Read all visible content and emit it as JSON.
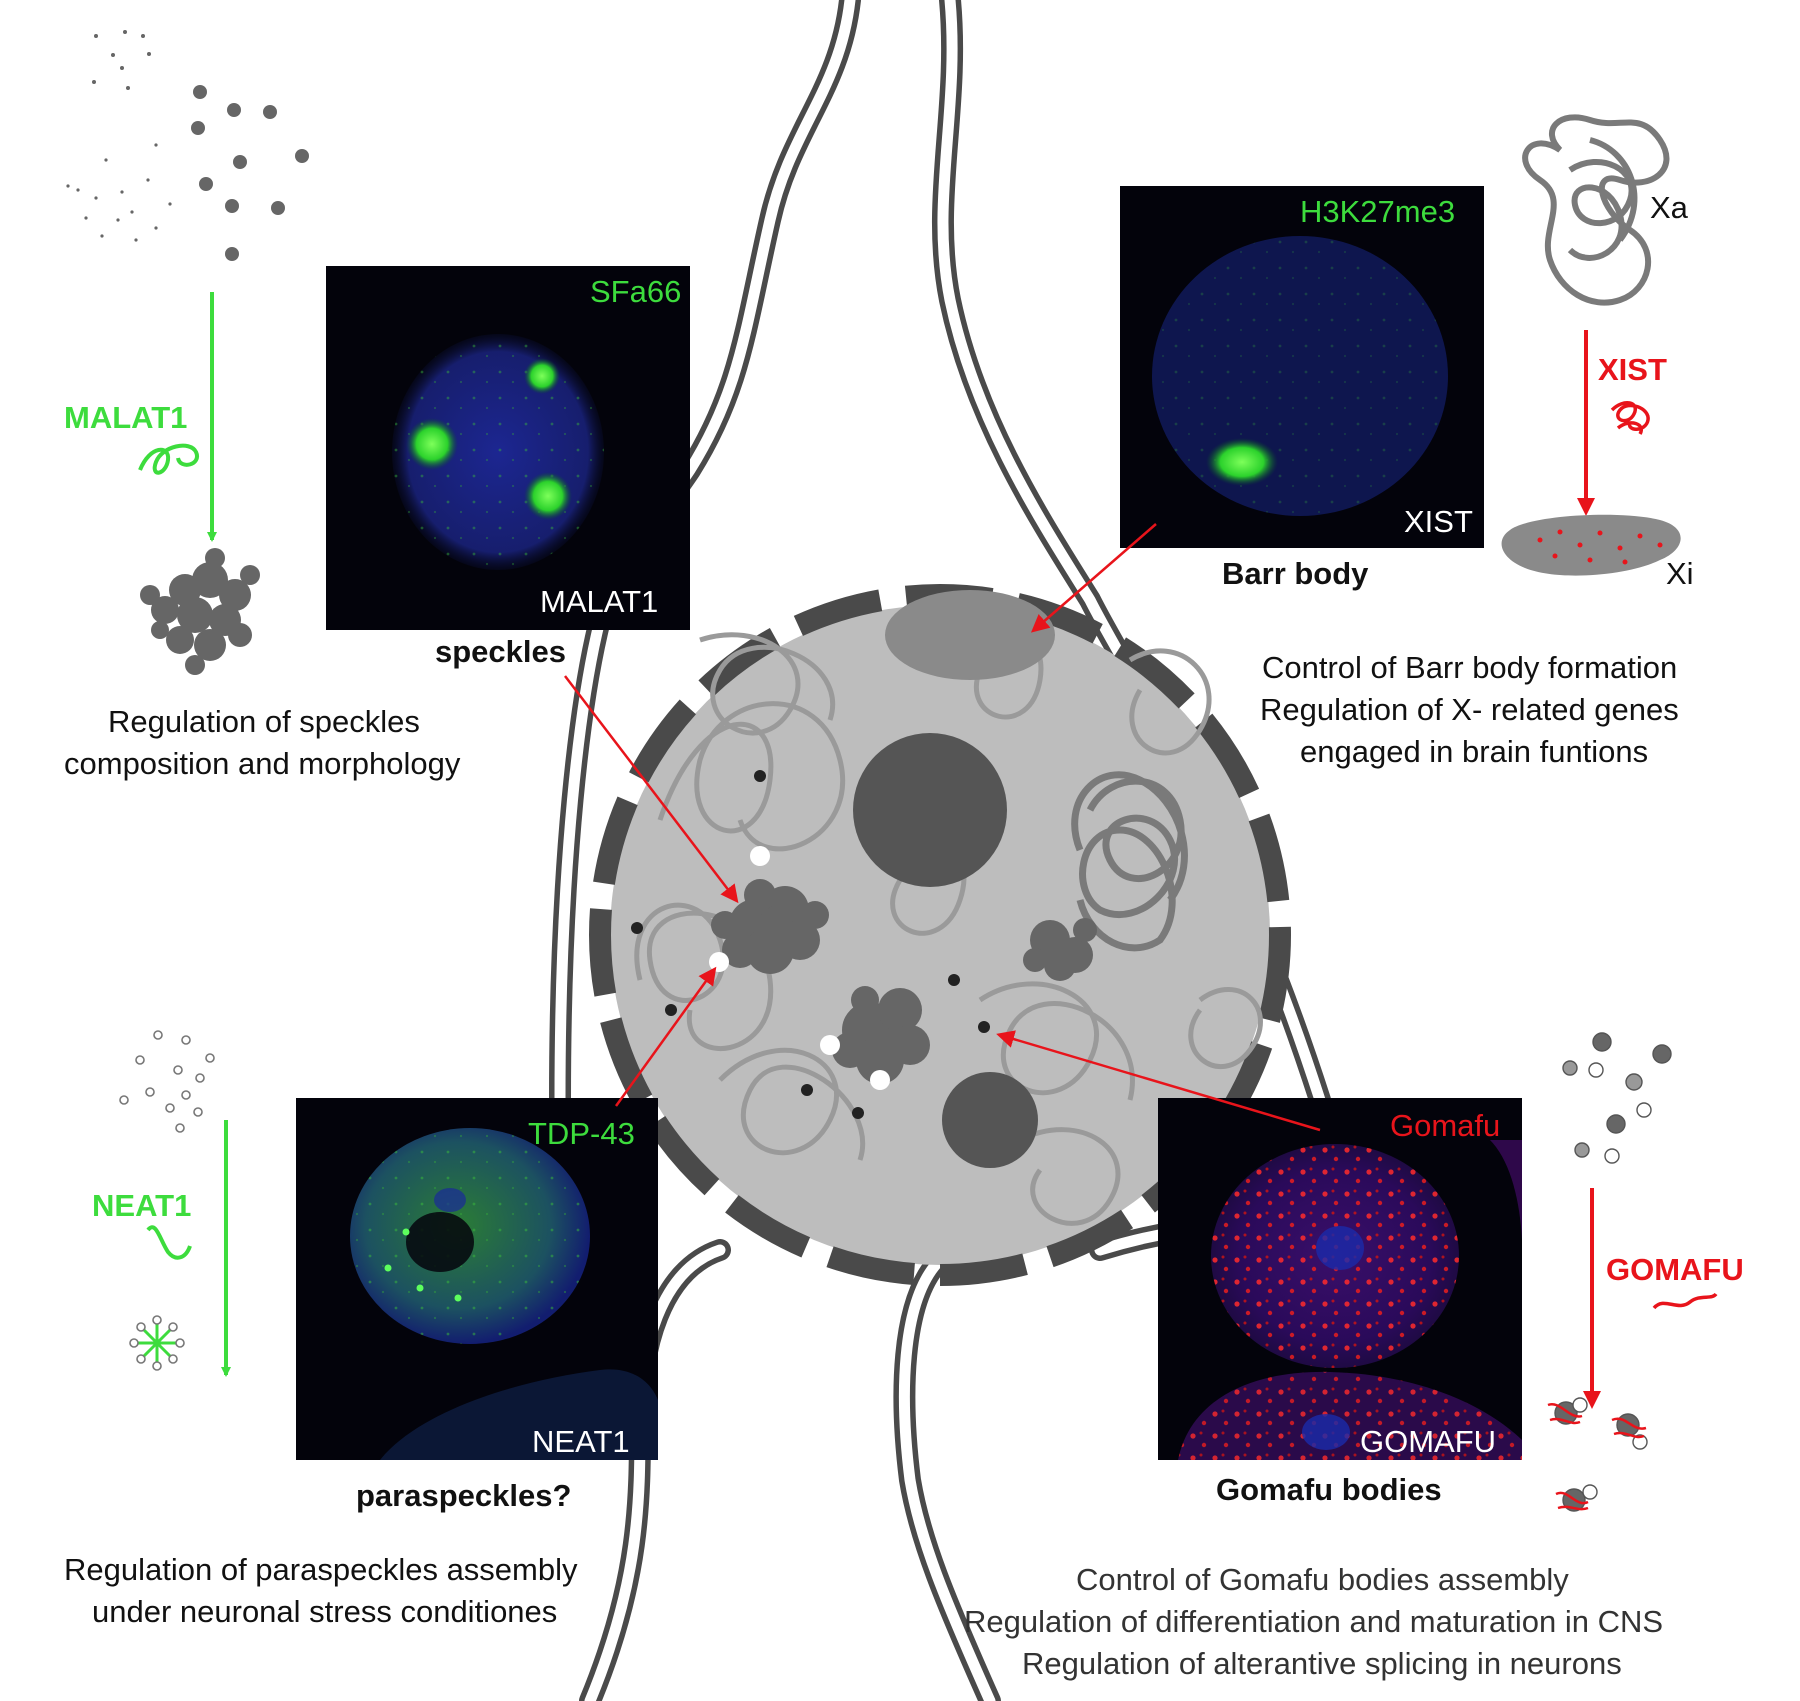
{
  "panels": {
    "speckles": {
      "stain_label": "SFa66",
      "rna_label": "MALAT1",
      "body_label": "speckles",
      "gene_label": "MALAT1",
      "description": [
        "Regulation of speckles",
        "composition and morphology"
      ],
      "color": "#3ddc3d"
    },
    "barr": {
      "stain_label": "H3K27me3",
      "rna_label": "XIST",
      "body_label": "Barr body",
      "gene_label": "XIST",
      "xa_label": "Xa",
      "xi_label": "Xi",
      "description": [
        "Control of Barr body formation",
        "Regulation of X- related genes",
        "engaged in brain funtions"
      ],
      "color": "#e8141b"
    },
    "paraspeckles": {
      "stain_label": "TDP-43",
      "rna_label": "NEAT1",
      "body_label": "paraspeckles?",
      "gene_label": "NEAT1",
      "description": [
        "Regulation of paraspeckles assembly",
        "under neuronal stress conditiones"
      ],
      "color": "#3ddc3d"
    },
    "gomafu": {
      "stain_label": "Gomafu",
      "rna_label": "GOMAFU",
      "body_label": "Gomafu bodies",
      "gene_label": "GOMAFU",
      "description": [
        "Control of Gomafu bodies assembly",
        "Regulation of differentiation and maturation in CNS",
        "Regulation of alterantive splicing in neurons"
      ],
      "color": "#e8141b"
    }
  },
  "colors": {
    "membrane": "#4a4a4a",
    "nucleoplasm": "#bdbdbd",
    "chromatin": "#9a9a9a",
    "nucleolus": "#555555",
    "arrow_green": "#3ddc3d",
    "arrow_red": "#e8141b",
    "micro_background": "#03030b",
    "nuclear_blue": "#1a2a9a"
  }
}
